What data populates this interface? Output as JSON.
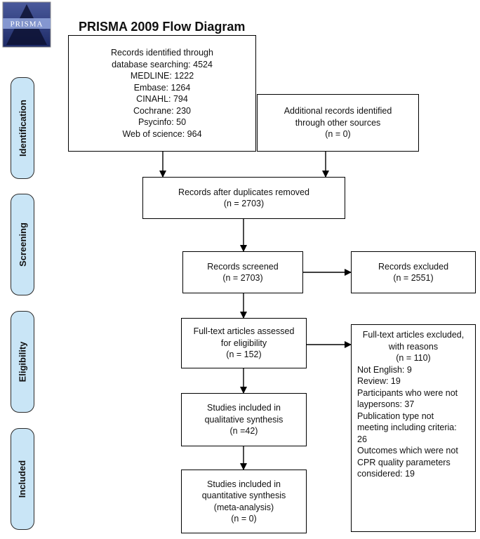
{
  "logo": {
    "text": "PRISMA"
  },
  "title": "PRISMA 2009 Flow Diagram",
  "stages": {
    "identification": "Identification",
    "screening": "Screening",
    "eligibility": "Eligibility",
    "included": "Included"
  },
  "boxes": {
    "database": {
      "lines": [
        "Records identified through",
        "database searching: 4524",
        "MEDLINE: 1222",
        "Embase: 1264",
        "CINAHL: 794",
        "Cochrane: 230",
        "Psycinfo: 50",
        "Web of science: 964"
      ]
    },
    "additional": {
      "lines": [
        "Additional records identified",
        "through other sources",
        "(n = 0)"
      ]
    },
    "duplicates": {
      "lines": [
        "Records after duplicates removed",
        "(n = 2703)"
      ]
    },
    "screened": {
      "lines": [
        "Records screened",
        "(n = 2703)"
      ]
    },
    "excluded": {
      "lines": [
        "Records excluded",
        "(n = 2551)"
      ]
    },
    "fulltext": {
      "lines": [
        "Full-text articles assessed",
        "for eligibility",
        "(n = 152)"
      ]
    },
    "fulltext_excluded": {
      "header": [
        "Full-text articles excluded,",
        "with reasons",
        "(n = 110)"
      ],
      "reasons": [
        "Not English: 9",
        "Review: 19",
        "Participants who were not",
        "laypersons: 37",
        "Publication type not",
        "meeting including criteria:",
        "26",
        "Outcomes which were not",
        "CPR quality parameters",
        "considered: 19"
      ]
    },
    "qualitative": {
      "lines": [
        "Studies included in",
        "qualitative synthesis",
        "(n =42)"
      ]
    },
    "quantitative": {
      "lines": [
        "Studies included in",
        "quantitative synthesis",
        "(meta-analysis)",
        "(n = 0)"
      ]
    }
  }
}
